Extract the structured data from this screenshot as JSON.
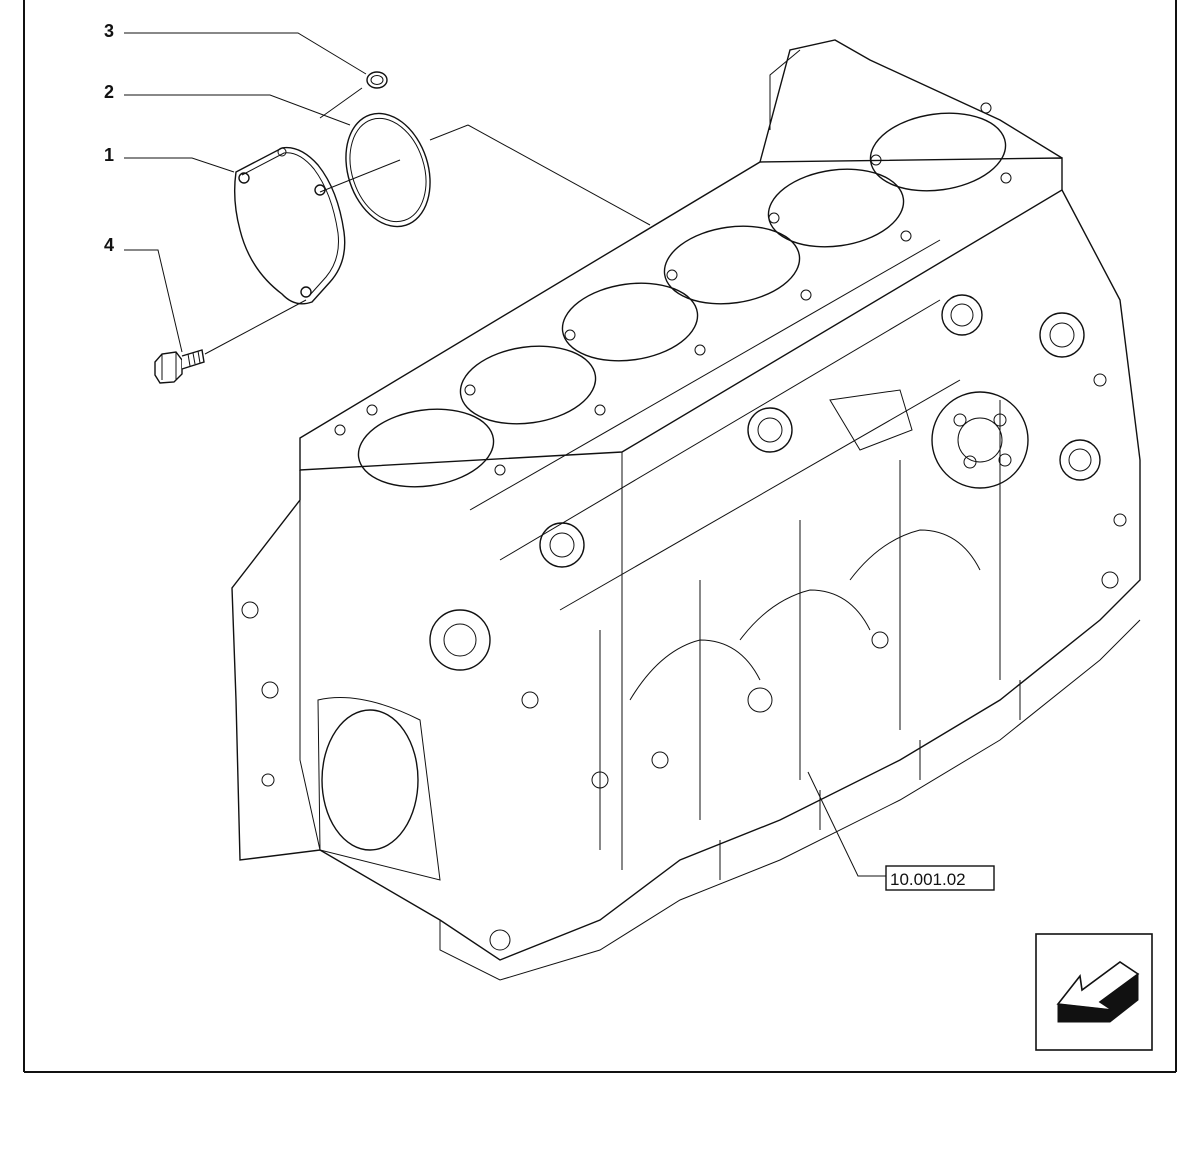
{
  "callouts": [
    {
      "number": "3"
    },
    {
      "number": "2"
    },
    {
      "number": "1"
    },
    {
      "number": "4"
    }
  ],
  "reference": {
    "label": "10.001.02"
  },
  "nav": {
    "icon": "arrow-down-left-icon"
  }
}
